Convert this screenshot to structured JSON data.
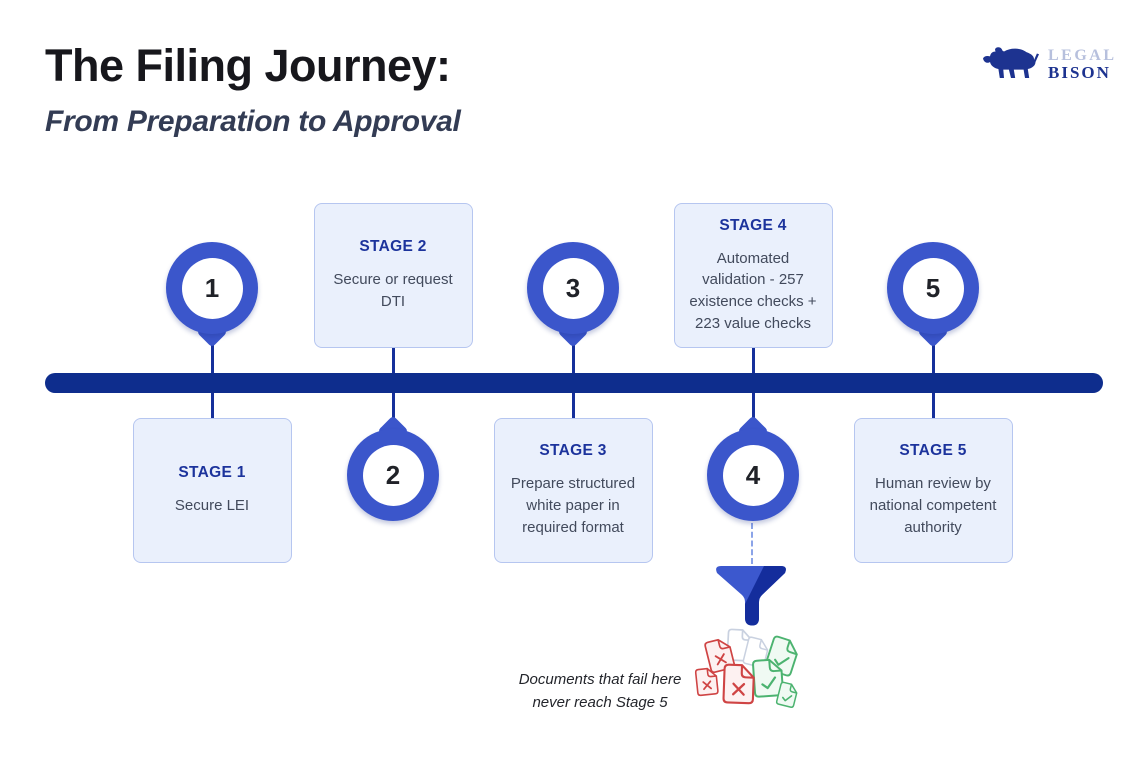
{
  "header": {
    "title": "The Filing Journey:",
    "subtitle": "From Preparation to Approval",
    "logo": {
      "line1": "LEGAL",
      "line2": "BISON"
    }
  },
  "stages": [
    {
      "number": "1",
      "label": "STAGE 1",
      "description": "Secure LEI",
      "box_position": "below"
    },
    {
      "number": "2",
      "label": "STAGE 2",
      "description": "Secure or request DTI",
      "box_position": "above"
    },
    {
      "number": "3",
      "label": "STAGE 3",
      "description": "Prepare structured white paper in required format",
      "box_position": "below"
    },
    {
      "number": "4",
      "label": "STAGE 4",
      "description": "Automated validation - 257 existence checks + 223 value checks",
      "box_position": "above"
    },
    {
      "number": "5",
      "label": "STAGE 5",
      "description": "Human review by national competent authority",
      "box_position": "below"
    }
  ],
  "funnel_note": {
    "line1": "Documents that fail here",
    "line2": "never reach Stage 5"
  },
  "colors": {
    "timeline_bar": "#0e2d8d",
    "marker_ring": "#3b56cb",
    "box_background": "#eaf0fc",
    "box_border": "#b6c6f0",
    "stage_label": "#1c339c",
    "funnel_light": "#3c58ce",
    "funnel_dark": "#142d9c",
    "fail_doc": "#cf4444",
    "pass_doc": "#4cb370",
    "logo_light": "#b7c0dd",
    "logo_dark": "#1d3390"
  }
}
